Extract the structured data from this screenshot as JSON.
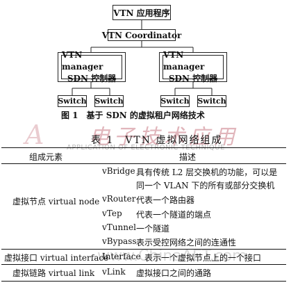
{
  "diagram": {
    "top_box": "VTN 应用程序",
    "coordinator": "VTN Coordinator",
    "managers": [
      {
        "line1": "VTN manager",
        "line2": "SDN 控制器"
      },
      {
        "line1": "VTN manager",
        "line2": "SDN 控制器"
      }
    ],
    "switch_label": "Switch",
    "caption": "图 1　基于 SDN 的虚拟租户网络技术"
  },
  "watermark": {
    "brand_cn": "电子技术应用",
    "brand_en": "APPLICATION OF ELECTRONIC TECHNIQUE",
    "url": "www.ChinaAET.com"
  },
  "table": {
    "caption": "表 1　VTN 虚拟网络组成",
    "headers": {
      "element": "组成元素",
      "desc": "描述"
    },
    "groups": [
      {
        "name": "虚拟节点 virtual node",
        "items": [
          {
            "term": "vBridge",
            "desc_lines": [
              "具有传统 L2 层交换机的功能，可以是",
              "同一个 VLAN 下的所有或部分交换机"
            ]
          },
          {
            "term": "vRouter",
            "desc_lines": [
              "代表一个路由器"
            ]
          },
          {
            "term": "vTep",
            "desc_lines": [
              "代表一个隧道的端点"
            ]
          },
          {
            "term": "vTunnel",
            "desc_lines": [
              "一个隧道"
            ]
          },
          {
            "term": "vBypass",
            "desc_lines": [
              "表示受控网络之间的连通性"
            ]
          }
        ]
      },
      {
        "name": "虚拟接口 virtual interface",
        "items": [
          {
            "term": "Interface",
            "desc_lines": [
              "表示一个虚拟节点上的一个接口"
            ]
          }
        ]
      },
      {
        "name": "虚拟链路 virtual link",
        "items": [
          {
            "term": "vLink",
            "desc_lines": [
              "虚拟接口之间的通路"
            ]
          }
        ]
      }
    ]
  }
}
